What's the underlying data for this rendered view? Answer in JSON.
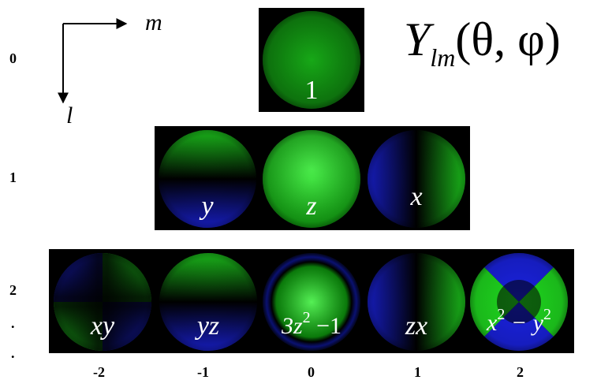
{
  "axes": {
    "m_label": "m",
    "l_label": "l"
  },
  "title": {
    "base": "Y",
    "sub": "lm",
    "args": "(θ, φ)"
  },
  "row_labels": [
    "0",
    "1",
    "2",
    ".",
    "."
  ],
  "m_ticks": [
    "-2",
    "-1",
    "0",
    "1",
    "2"
  ],
  "rows": [
    {
      "l": "0",
      "cells": [
        {
          "m": "0",
          "label": "1"
        }
      ]
    },
    {
      "l": "1",
      "cells": [
        {
          "m": "-1",
          "label": "y"
        },
        {
          "m": "0",
          "label": "z"
        },
        {
          "m": "1",
          "label": "x"
        }
      ]
    },
    {
      "l": "2",
      "cells": [
        {
          "m": "-2",
          "label": "xy"
        },
        {
          "m": "-1",
          "label": "yz"
        },
        {
          "m": "0",
          "label_pre": "3z",
          "label_sup": "2",
          "label_post": " −1"
        },
        {
          "m": "1",
          "label": "zx"
        },
        {
          "m": "2",
          "label_pre": "x",
          "label_sup": "2",
          "label_mid": " − y",
          "label_sup2": "2"
        }
      ]
    }
  ],
  "colors": {
    "positive": "#1fd81f",
    "negative": "#1a22e0",
    "background": "#000000"
  }
}
